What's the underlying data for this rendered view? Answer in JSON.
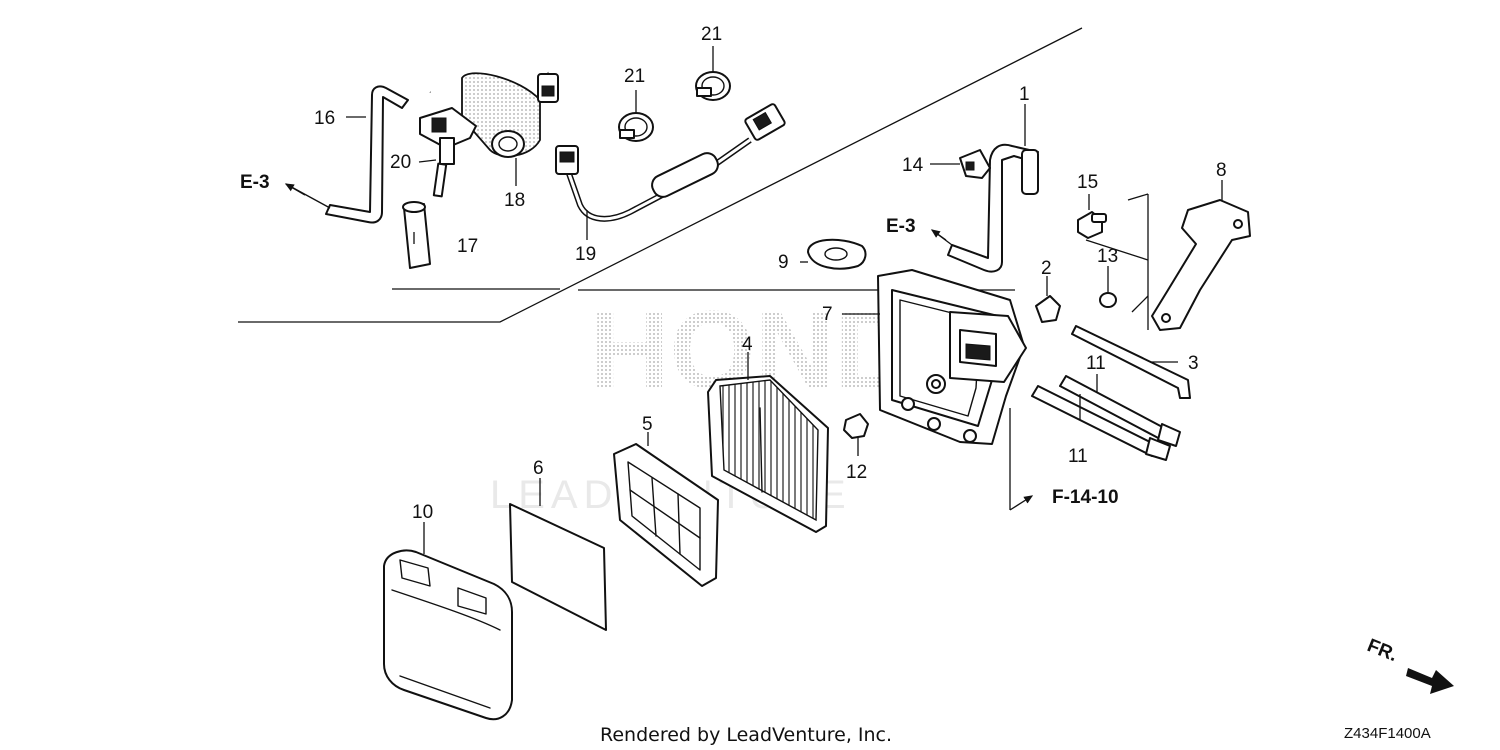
{
  "diagram": {
    "watermark_brand": "HONDA",
    "watermark_vendor": "LEADVENTURE",
    "footer": "Rendered by LeadVenture, Inc.",
    "diagram_code": "Z434F1400A",
    "front_indicator": "FR.",
    "refs": {
      "e3_left": "E-3",
      "e3_right": "E-3",
      "f1410": "F-14-10"
    },
    "callouts": {
      "c1": "1",
      "c2": "2",
      "c3": "3",
      "c4": "4",
      "c5": "5",
      "c6": "6",
      "c7": "7",
      "c8": "8",
      "c9": "9",
      "c10": "10",
      "c11a": "11",
      "c11b": "11",
      "c12": "12",
      "c13": "13",
      "c14": "14",
      "c15": "15",
      "c16": "16",
      "c17": "17",
      "c18": "18",
      "c19": "19",
      "c20": "20",
      "c21a": "21",
      "c21b": "21"
    }
  }
}
